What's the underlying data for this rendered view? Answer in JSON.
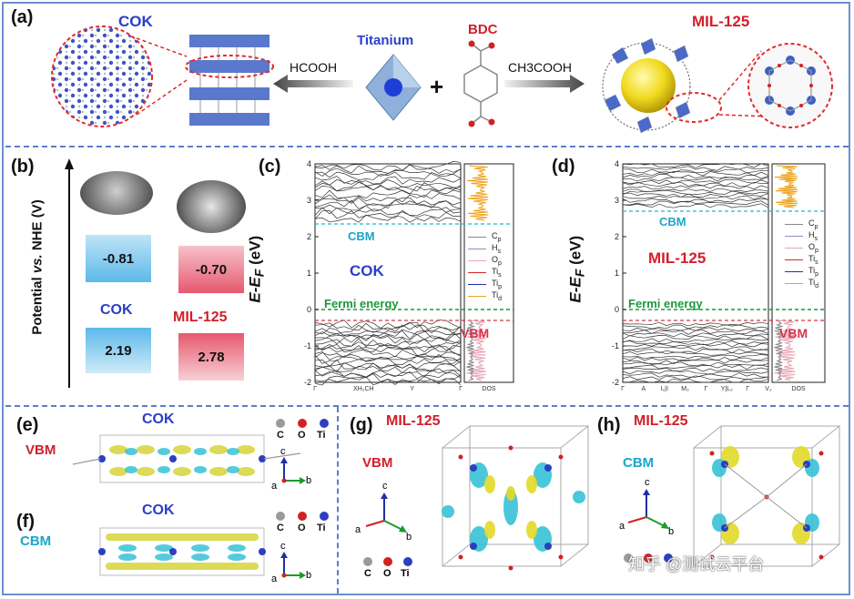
{
  "panel_a": {
    "label": "(a)",
    "cok_title": "COK",
    "titanium_label": "Titanium",
    "bdc_label": "BDC",
    "mil_title": "MIL-125",
    "hcooh_label": "HCOOH",
    "ch3cooh_label": "CH3COOH",
    "plus": "+"
  },
  "panel_b": {
    "label": "(b)",
    "axis_label_pre": "Potential ",
    "axis_label_italic": "vs.",
    "axis_label_post": " NHE (V)",
    "cok_cbm": "-0.81",
    "cok_name": "COK",
    "cok_vbm": "2.19",
    "mil_cbm": "-0.70",
    "mil_name": "MIL-125",
    "mil_vbm": "2.78",
    "colors": {
      "cok": "#4fb3e6",
      "mil": "#e8566b"
    }
  },
  "panel_c": {
    "label": "(c)",
    "ylabel": "E-E",
    "ylabel_sub": "F",
    "ylabel_unit": " (eV)",
    "yticks": [
      "4",
      "3",
      "2",
      "1",
      "0",
      "-1",
      "-2"
    ],
    "xticks": [
      "Γ",
      "XH₂CH",
      "Y",
      "Γ"
    ],
    "cbm_label": "CBM",
    "material": "COK",
    "fermi_label": "Fermi energy",
    "vbm_label": "VBM",
    "dos_label": "DOS",
    "legend": [
      {
        "name": "C",
        "sub": "p",
        "color": "#888888"
      },
      {
        "name": "H",
        "sub": "s",
        "color": "#9a86c8"
      },
      {
        "name": "O",
        "sub": "p",
        "color": "#e9a6b6"
      },
      {
        "name": "Ti",
        "sub": "s",
        "color": "#d62728"
      },
      {
        "name": "Ti",
        "sub": "p",
        "color": "#1f2fa8"
      },
      {
        "name": "Ti",
        "sub": "d",
        "color": "#f0a21c"
      }
    ]
  },
  "panel_d": {
    "label": "(d)",
    "ylabel": "E-E",
    "ylabel_sub": "F",
    "ylabel_unit": " (eV)",
    "yticks": [
      "4",
      "3",
      "2",
      "1",
      "0",
      "-1",
      "-2"
    ],
    "xticks": [
      "Γ",
      "A",
      "I₂|I",
      "M₂",
      "Γ",
      "Y|L₂",
      "Γ",
      "V₂"
    ],
    "cbm_label": "CBM",
    "material": "MIL-125",
    "fermi_label": "Fermi energy",
    "vbm_label": "VBM",
    "dos_label": "DOS",
    "legend": [
      {
        "name": "C",
        "sub": "p",
        "color": "#888888"
      },
      {
        "name": "H",
        "sub": "s",
        "color": "#9a86c8"
      },
      {
        "name": "O",
        "sub": "p",
        "color": "#e9a6b6"
      },
      {
        "name": "Ti",
        "sub": "s",
        "color": "#d62728"
      },
      {
        "name": "Ti",
        "sub": "p",
        "color": "#1f2fa8"
      },
      {
        "name": "Ti",
        "sub": "d",
        "color": "#f0a21c"
      }
    ]
  },
  "panel_e": {
    "label": "(e)",
    "title": "COK",
    "tag": "VBM"
  },
  "panel_f": {
    "label": "(f)",
    "title": "COK",
    "tag": "CBM"
  },
  "panel_g": {
    "label": "(g)",
    "title": "MIL-125",
    "tag": "VBM"
  },
  "panel_h": {
    "label": "(h)",
    "title": "MIL-125",
    "tag": "CBM"
  },
  "atoms": {
    "c": "C",
    "o": "O",
    "ti": "Ti"
  },
  "axes": {
    "a": "a",
    "b": "b",
    "c": "c"
  },
  "watermark": "知乎 @测试云平台",
  "colors": {
    "frame": "#6a8fd0",
    "blue_text": "#2a3fc7",
    "red_text": "#d21f2a",
    "cyan_text": "#1aa6c8",
    "fermi": "#1a9a3a",
    "cbm_line": "#22b5d8",
    "vbm_line": "#d8344a"
  }
}
